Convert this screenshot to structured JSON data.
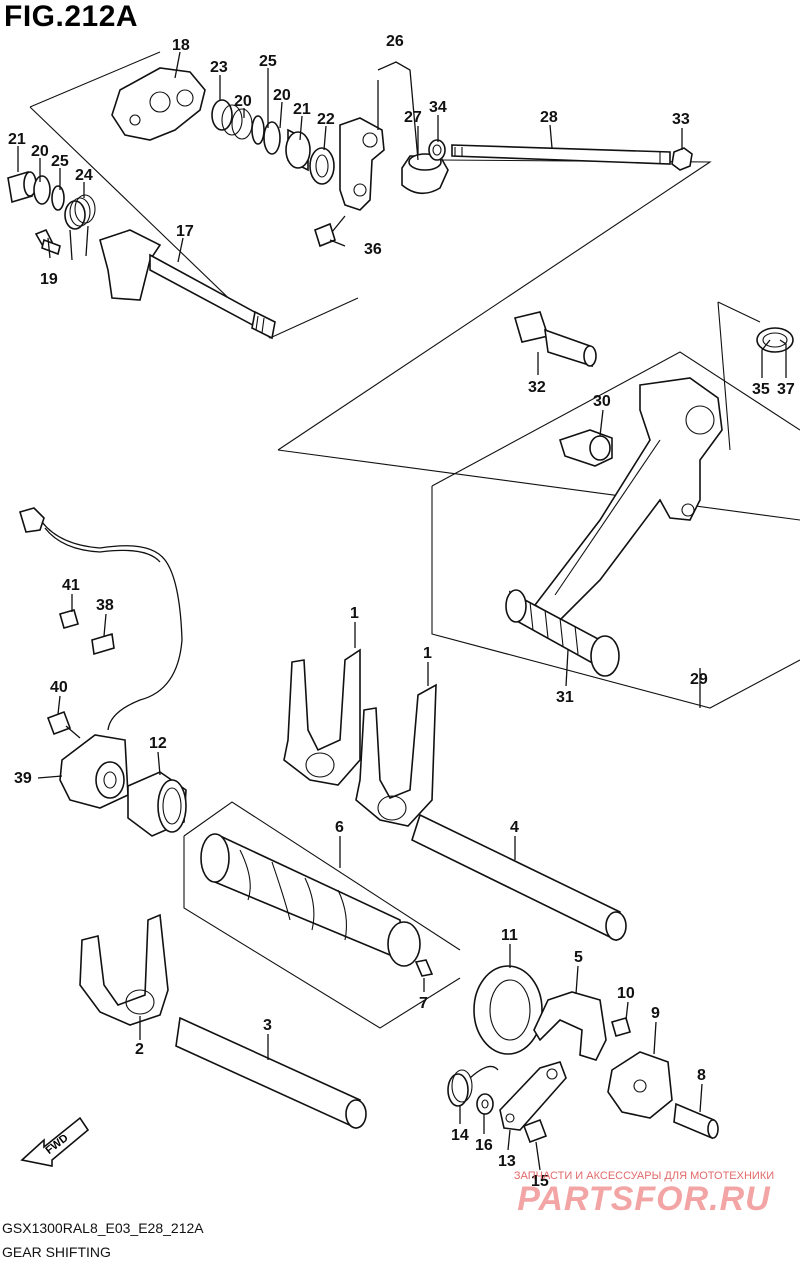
{
  "figure": {
    "title": "FIG.212A",
    "code": "GSX1300RAL8_E03_E28_212A",
    "subtitle": "GEAR SHIFTING"
  },
  "watermark": {
    "tagline": "ЗАПЧАСТИ И АКСЕССУАРЫ ДЛЯ МОТОТЕХНИКИ",
    "brand": "PARTSFOR.RU"
  },
  "fwd_label": "FWD",
  "callouts": {
    "c18": "18",
    "c23": "23",
    "c25a": "25",
    "c20a": "20",
    "c21a": "21",
    "c22": "22",
    "c26": "26",
    "c27": "27",
    "c34": "34",
    "c28": "28",
    "c33": "33",
    "c21b": "21",
    "c20b": "20",
    "c25b": "25",
    "c24": "24",
    "c19": "19",
    "c17": "17",
    "c36": "36",
    "c32": "32",
    "c35": "35",
    "c37": "37",
    "c30": "30",
    "c31": "31",
    "c29": "29",
    "c41": "41",
    "c38": "38",
    "c40": "40",
    "c39": "39",
    "c12": "12",
    "c1a": "1",
    "c1b": "1",
    "c6": "6",
    "c4": "4",
    "c7": "7",
    "c2": "2",
    "c3": "3",
    "c11": "11",
    "c5": "5",
    "c10": "10",
    "c9": "9",
    "c8": "8",
    "c14": "14",
    "c16": "16",
    "c13": "13",
    "c15": "15"
  }
}
